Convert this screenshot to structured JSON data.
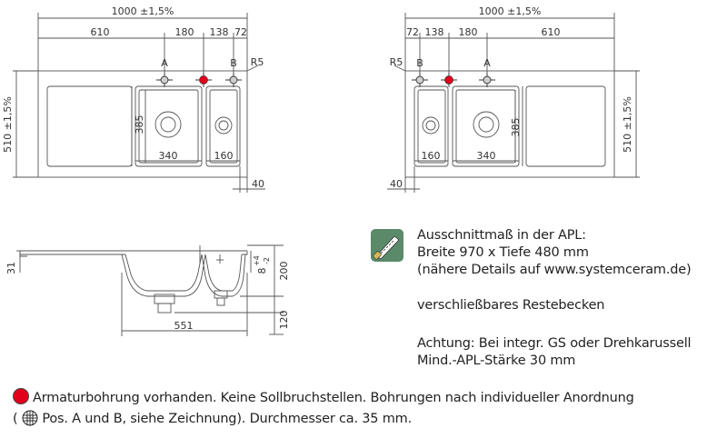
{
  "top_left": {
    "overall_width": "1000 ±1,5%",
    "seg_610": "610",
    "seg_180": "180",
    "seg_138": "138",
    "seg_72": "72",
    "label_a": "A",
    "label_b": "B",
    "radius": "R5",
    "depth": "510 ±1,5%",
    "basin_depth": "385",
    "basin_large_w": "340",
    "basin_small_w": "160",
    "edge": "40"
  },
  "top_right": {
    "overall_width": "1000 ±1,5%",
    "seg_72": "72",
    "seg_138": "138",
    "seg_180": "180",
    "seg_610": "610",
    "label_b": "B",
    "label_a": "A",
    "radius": "R5",
    "depth": "510 ±1,5%",
    "basin_depth": "385",
    "basin_small_w": "160",
    "basin_large_w": "340",
    "edge": "40"
  },
  "section": {
    "thickness": "31",
    "total_height": "200",
    "offset": "8",
    "offset_sup": "+4",
    "offset_sub": "-2",
    "drain_height": "120",
    "width": "551"
  },
  "info": {
    "line1": "Ausschnittmaß in der APL:",
    "line2": "Breite 970 x Tiefe 480 mm",
    "line3": "(nähere Details auf www.systemceram.de)",
    "line4": "verschließbares Restebecken",
    "line5": "Achtung: Bei integr. GS oder Drehkarussell",
    "line6": "Mind.-APL-Stärke 30 mm"
  },
  "legend": {
    "line1": "Armaturbohrung vorhanden. Keine Sollbruchstellen. Bohrungen nach individueller Anordnung",
    "line2_open": "(",
    "line2_rest": "Pos. A und B, siehe Zeichnung). Durchmesser ca. 35 mm."
  },
  "colors": {
    "tap_hole": "#e2001a",
    "line": "#555555",
    "saw_bg": "#5a8a6a"
  },
  "icons": [
    "saw-icon",
    "red-dot-icon",
    "crosshatch-circle-icon"
  ]
}
